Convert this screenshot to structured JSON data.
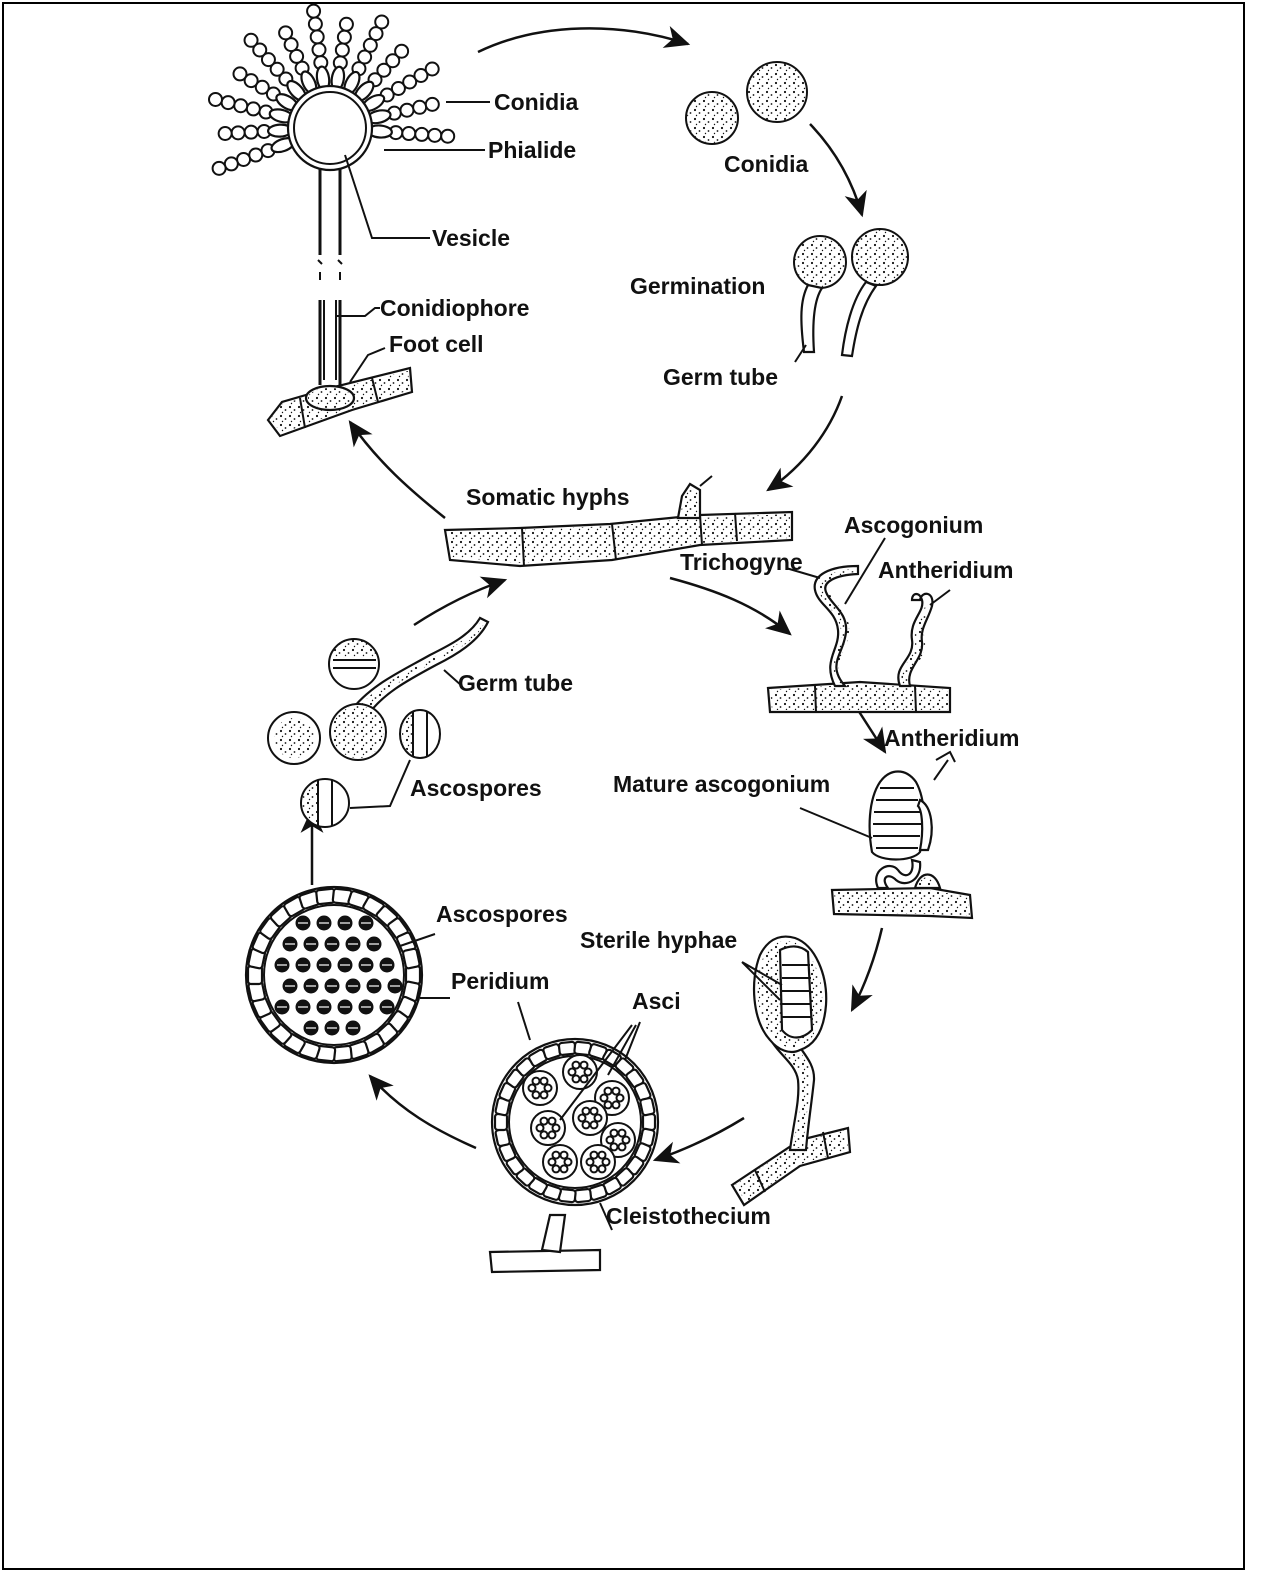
{
  "diagram": {
    "labels": {
      "conidia_top": "Conidia",
      "phialide": "Phialide",
      "vesicle": "Vesicle",
      "conidiophore": "Conidiophore",
      "foot_cell": "Foot cell",
      "conidia_free": "Conidia",
      "germination": "Germination",
      "germ_tube_top": "Germ tube",
      "somatic_hyphs": "Somatic hyphs",
      "ascogonium": "Ascogonium",
      "trichogyne": "Trichogyne",
      "antheridium_1": "Antheridium",
      "antheridium_2": "Antheridium",
      "mature_ascogonium": "Mature ascogonium",
      "germ_tube_bottom": "Germ tube",
      "ascospores_1": "Ascospores",
      "ascospores_2": "Ascospores",
      "peridium": "Peridium",
      "sterile_hyphae": "Sterile hyphae",
      "asci": "Asci",
      "cleistothecium": "Cleistothecium"
    }
  }
}
